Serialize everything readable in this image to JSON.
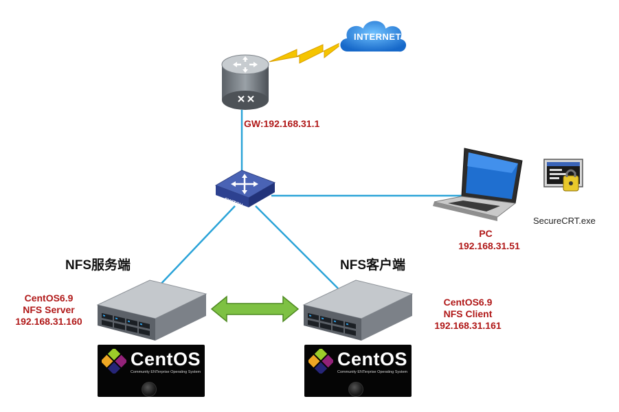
{
  "internet": {
    "label": "INTERNET"
  },
  "gateway": {
    "label": "GW:192.168.31.1"
  },
  "switch": {
    "label": "SWITCH"
  },
  "pc": {
    "name": "PC",
    "ip": "192.168.31.51"
  },
  "securecrt": {
    "label": "SecureCRT.exe"
  },
  "server": {
    "heading": "NFS服务端",
    "os": "CentOS6.9",
    "role": "NFS Server",
    "ip": "192.168.31.160"
  },
  "client": {
    "heading": "NFS客户端",
    "os": "CentOS6.9",
    "role": "NFS Client",
    "ip": "192.168.31.161"
  },
  "centos_logo": {
    "title": "CentOS 6",
    "subtitle": "Community ENTerprise Operating System"
  },
  "colors": {
    "link": "#2aa3d8",
    "label_red": "#b01818",
    "arrow_green": "#7ec143",
    "lightning": "#f5c400",
    "cloud": "#2f8fe0"
  }
}
